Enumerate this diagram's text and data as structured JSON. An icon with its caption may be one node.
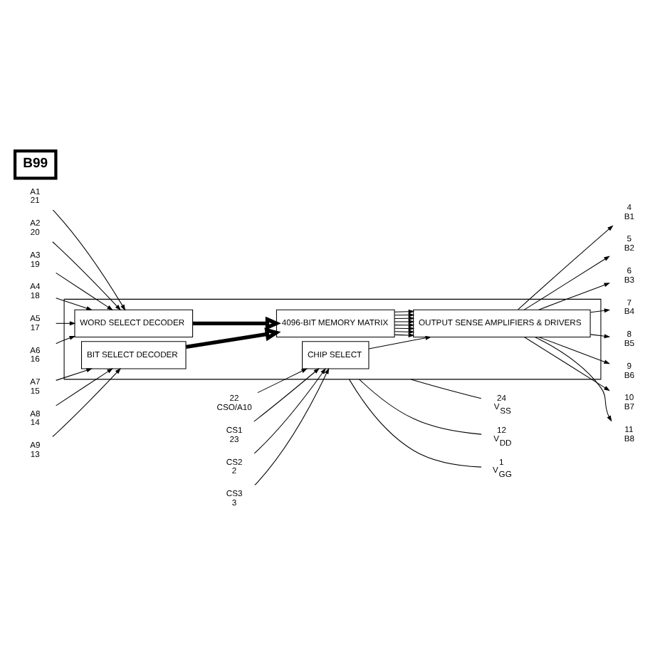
{
  "diagram": {
    "nodes": [
      {
        "text": [],
        "shape": "box"
      },
      {
        "text": [
          "CHIP SELECT"
        ],
        "in": 0
      },
      {
        "text": [
          "OUTPUT SENSE AMPLIFIERS & DRIVERS"
        ],
        "in": 0
      },
      {
        "text": [
          "WORD SELECT DECODER"
        ],
        "in": 0
      },
      {
        "text": [
          "4096-BIT MEMORY MATRIX"
        ],
        "in": 0
      },
      {
        "text": [
          "BIT SELECT DECODER"
        ],
        "in": 0
      },
      {
        "text": [
          "22",
          "CSO/A10"
        ]
      },
      {
        "text": [
          "CS1",
          "23"
        ]
      },
      {
        "text": [
          "CS2",
          "2"
        ]
      },
      {
        "text": [
          "CS3",
          "3"
        ]
      },
      {
        "text": [
          "A1",
          "21"
        ]
      },
      {
        "text": [
          "A2",
          "20"
        ]
      },
      {
        "text": [
          "A3",
          "19"
        ]
      },
      {
        "text": [
          "A4",
          "18"
        ]
      },
      {
        "text": [
          "A5",
          "17"
        ]
      },
      {
        "text": [
          "A6",
          "16"
        ]
      },
      {
        "text": [
          "A7",
          "15"
        ]
      },
      {
        "text": [
          "A8",
          "14"
        ]
      },
      {
        "text": [
          "A9",
          "13"
        ]
      },
      {
        "text": [
          "4",
          "B1"
        ]
      },
      {
        "text": [
          "5",
          "B2"
        ]
      },
      {
        "text": [
          "6",
          "B3"
        ]
      },
      {
        "text": [
          "7",
          "B4"
        ]
      },
      {
        "text": [
          "8",
          "B5"
        ]
      },
      {
        "text": [
          "9",
          "B6"
        ]
      },
      {
        "text": [
          "10",
          "B7"
        ]
      },
      {
        "text": [
          "11",
          "B8"
        ]
      },
      {
        "text": [
          "24",
          "V$_{SS}$"
        ]
      },
      {
        "text": [
          "12",
          "V$_{DD}$"
        ]
      },
      {
        "text": [
          "1",
          "V$_{GG}$"
        ]
      }
    ],
    "edges": [
      {
        "from": 6,
        "to": 1,
        "arrow": "to"
      },
      {
        "from": 7,
        "to": 1,
        "arrow": "to"
      },
      {
        "from": 8,
        "to": 1,
        "arrow": "to"
      },
      {
        "from": 9,
        "to": 1,
        "arrow": "to"
      },
      {
        "from": 10,
        "to": 3,
        "arrow": "to"
      },
      {
        "from": 11,
        "to": 3,
        "arrow": "to"
      },
      {
        "from": 12,
        "to": 3,
        "arrow": "to"
      },
      {
        "from": 13,
        "to": 3,
        "arrow": "to"
      },
      {
        "from": 14,
        "to": 3,
        "arrow": "to"
      },
      {
        "from": 15,
        "to": 3,
        "arrow": "to"
      },
      {
        "from": 16,
        "to": 5,
        "arrow": "to"
      },
      {
        "from": 17,
        "to": 5,
        "arrow": "to"
      },
      {
        "from": 18,
        "to": 5,
        "arrow": "to"
      },
      {
        "from": 1,
        "to": 2,
        "arrow": "to"
      },
      {
        "from": 3,
        "to": 4,
        "arrow": "to",
        "style": "thick"
      },
      {
        "from": 5,
        "to": 4,
        "arrow": "to",
        "style": "thick"
      },
      {
        "from": 4,
        "to": 2,
        "arrow": "to"
      },
      {
        "from": 4,
        "to": 2,
        "arrow": "to"
      },
      {
        "from": 4,
        "to": 2,
        "arrow": "to"
      },
      {
        "from": 4,
        "to": 2,
        "arrow": "to"
      },
      {
        "from": 4,
        "to": 2,
        "arrow": "to"
      },
      {
        "from": 4,
        "to": 2,
        "arrow": "to"
      },
      {
        "from": 4,
        "to": 2,
        "arrow": "to"
      },
      {
        "from": 4,
        "to": 2,
        "arrow": "to"
      },
      {
        "from": 2,
        "to": 19,
        "arrow": "to"
      },
      {
        "from": 2,
        "to": 20,
        "arrow": "to"
      },
      {
        "from": 2,
        "to": 21,
        "arrow": "to"
      },
      {
        "from": 2,
        "to": 22,
        "arrow": "to"
      },
      {
        "from": 2,
        "to": 23,
        "arrow": "to"
      },
      {
        "from": 2,
        "to": 24,
        "arrow": "to"
      },
      {
        "from": 2,
        "to": 25,
        "arrow": "to"
      },
      {
        "from": 2,
        "to": 26,
        "arrow": "to"
      },
      {
        "from": 0,
        "to": 27,
        "arrow": "none"
      },
      {
        "from": 0,
        "to": 28,
        "arrow": "none"
      },
      {
        "from": 0,
        "to": 29,
        "arrow": "none"
      }
    ],
    "labels": [
      "B99"
    ]
  }
}
